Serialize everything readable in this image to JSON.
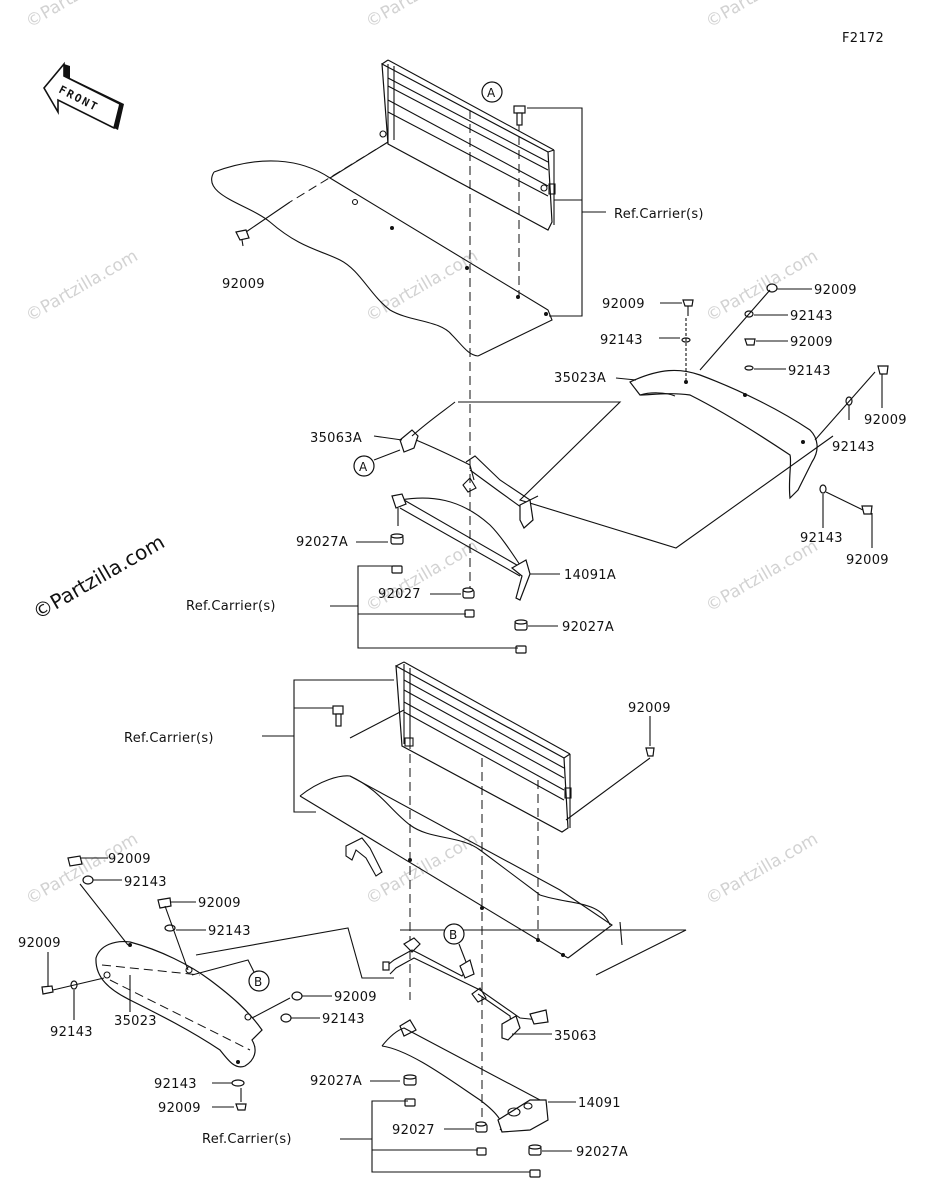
{
  "figure_code": "F2172",
  "front_label": "FRONT",
  "watermarks": {
    "small": "©Partzilla.com",
    "large": "©Partzilla.com"
  },
  "callouts": {
    "a_upper": "A",
    "a_lower": "A",
    "b_upper": "B",
    "b_lower": "B"
  },
  "labels": {
    "ref_carrier_1": "Ref.Carrier(s)",
    "p92009_1": "92009",
    "p92009_2": "92009",
    "p92143_2": "92143",
    "p92009_3": "92009",
    "p92143_3": "92143",
    "p92009_4": "92009",
    "p92143_4": "92143",
    "p35023A": "35023A",
    "p92009_5": "92009",
    "p92143_5": "92143",
    "p92143_6": "92143",
    "p92009_6": "92009",
    "p35063A": "35063A",
    "p92027A_1": "92027A",
    "p14091A": "14091A",
    "ref_carrier_2": "Ref.Carrier(s)",
    "p92027_1": "92027",
    "p92027A_2": "92027A",
    "p92009_7": "92009",
    "ref_carrier_3": "Ref.Carrier(s)",
    "p92009_8": "92009",
    "p92143_8": "92143",
    "p92009_9": "92009",
    "p92143_9": "92143",
    "p92009_10": "92009",
    "p92143_10": "92143",
    "p35023": "35023",
    "p92009_11": "92009",
    "p92143_11": "92143",
    "p35063": "35063",
    "p92143_12": "92143",
    "p92009_12": "92009",
    "p92027A_3": "92027A",
    "p14091": "14091",
    "ref_carrier_4": "Ref.Carrier(s)",
    "p92027_2": "92027",
    "p92027A_4": "92027A"
  }
}
